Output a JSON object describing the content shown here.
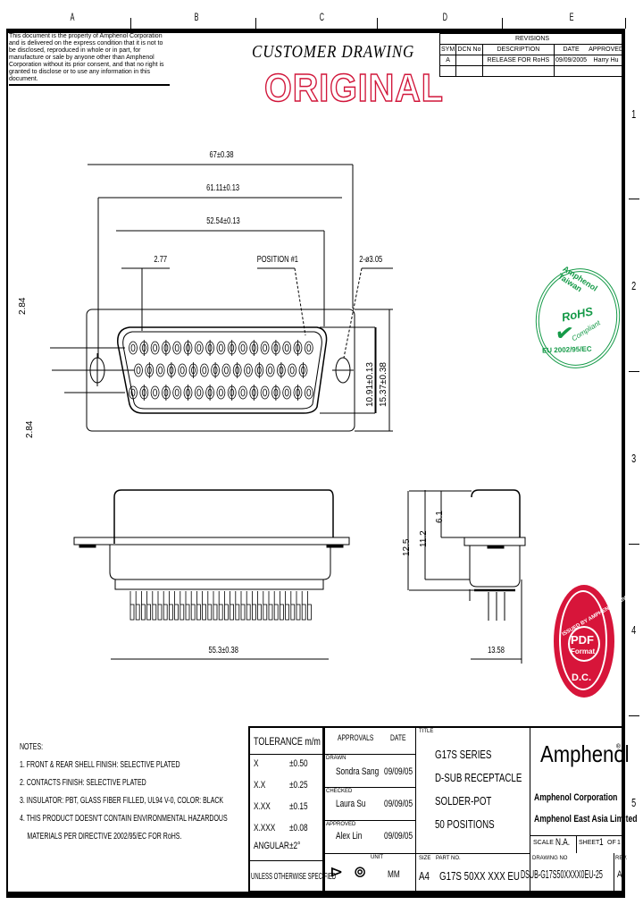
{
  "border": {
    "zone_letters": [
      "A",
      "B",
      "C",
      "D",
      "E"
    ],
    "zone_numbers": [
      "1",
      "2",
      "3",
      "4",
      "5"
    ]
  },
  "ownership_notice": "This document is the property of Amphenol Corporation and is delivered on the express condition that it is not to be disclosed, reproduced in whole or in part, for manufacture or sale by anyone other than Amphenol Corporation without its prior consent, and that no right is granted to disclose or to use any information in this document.",
  "header": {
    "customer_drawing": "CUSTOMER DRAWING",
    "original_stamp": "ORIGINAL"
  },
  "revisions": {
    "title": "REVISIONS",
    "columns": [
      "SYM",
      "DCN No",
      "DESCRIPTION",
      "DATE",
      "APPROVED"
    ],
    "rows": [
      {
        "sym": "A",
        "dcn": "",
        "description": "RELEASE FOR RoHS",
        "date": "09/09/2005",
        "approved": "Harry Hu"
      }
    ]
  },
  "front_view": {
    "dims": {
      "overall_width": "67±0.38",
      "hole_spacing": "61.11±0.13",
      "shell_width": "52.54±0.13",
      "pitch": "2.77",
      "position_label": "POSITION #1",
      "mount_hole": "2-ø3.05",
      "shell_height": "10.91±0.13",
      "flange_height": "15.37±0.38",
      "top_offset": "2.84",
      "bottom_offset": "2.84"
    },
    "rows": [
      17,
      16,
      17
    ]
  },
  "side_view": {
    "dims": {
      "body_width": "55.3±0.38",
      "height_total": "12.5",
      "height_body": "11.2",
      "height_top": "6.1",
      "depth": "13.58"
    }
  },
  "stamps": {
    "rohs": {
      "top": "Amphenol Taiwan",
      "center": "RoHS",
      "sub": "Compliant",
      "bottom": "EU 2002/95/EC",
      "color": "#159a48"
    },
    "pdf": {
      "ring": "ISSUED BY AMPHENOL TAIWAN",
      "center": "PDF",
      "sub": "Format",
      "bottom": "D.C.",
      "color": "#d7153a"
    }
  },
  "notes": {
    "title": "NOTES:",
    "items": [
      "1. FRONT & REAR SHELL FINISH: SELECTIVE PLATED",
      "2. CONTACTS FINISH: SELECTIVE PLATED",
      "3. INSULATOR: PBT, GLASS FIBER FILLED, UL94 V-0, COLOR: BLACK",
      "4. THIS PRODUCT DOESN'T CONTAIN ENVIRONMENTAL HAZARDOUS",
      "   MATERIALS PER DIRECTIVE 2002/95/EC FOR RoHS."
    ]
  },
  "title_block": {
    "tolerance": {
      "title": "TOLERANCE m/m",
      "rows": [
        {
          "label": "X",
          "value": "±0.50"
        },
        {
          "label": "X.X",
          "value": "±0.25"
        },
        {
          "label": "X.XX",
          "value": "±0.15"
        },
        {
          "label": "X.XXX",
          "value": "±0.08"
        },
        {
          "label": "ANGULAR",
          "value": "±2°"
        }
      ],
      "footer": "UNLESS OTHERWISE SPECIFIED"
    },
    "approvals": {
      "header_left": "APPROVALS",
      "header_right": "DATE",
      "rows": [
        {
          "role": "DRAWN",
          "name": "Sondra Sang",
          "date": "09/09/05"
        },
        {
          "role": "CHECKED",
          "name": "Laura Su",
          "date": "09/09/05"
        },
        {
          "role": "APPROVED",
          "name": "Alex Lin",
          "date": "09/09/05"
        }
      ]
    },
    "projection_symbol": "third-angle-projection-icon",
    "unit_label": "UNIT",
    "unit": "MM",
    "title_label": "TITLE",
    "title_lines": [
      "G17S SERIES",
      "D-SUB RECEPTACLE",
      "SOLDER-POT",
      "50 POSITIONS"
    ],
    "size_label": "SIZE",
    "size": "A4",
    "part_label": "PART NO.",
    "part_no": "G17S 50XX XXX EU",
    "company_logo": "Amphenol",
    "company_lines": [
      "Amphenol Corporation",
      "Amphenol East Asia Limited"
    ],
    "scale_label": "SCALE",
    "scale": "N.A.",
    "sheet_label": "SHEET",
    "sheet": "1",
    "sheet_of": "OF",
    "sheet_total": "1",
    "drawing_label": "DRAWING NO",
    "drawing_no": "DSUB-G17S50XXXX0EU-25",
    "rev_label": "REV.",
    "rev": "A"
  }
}
